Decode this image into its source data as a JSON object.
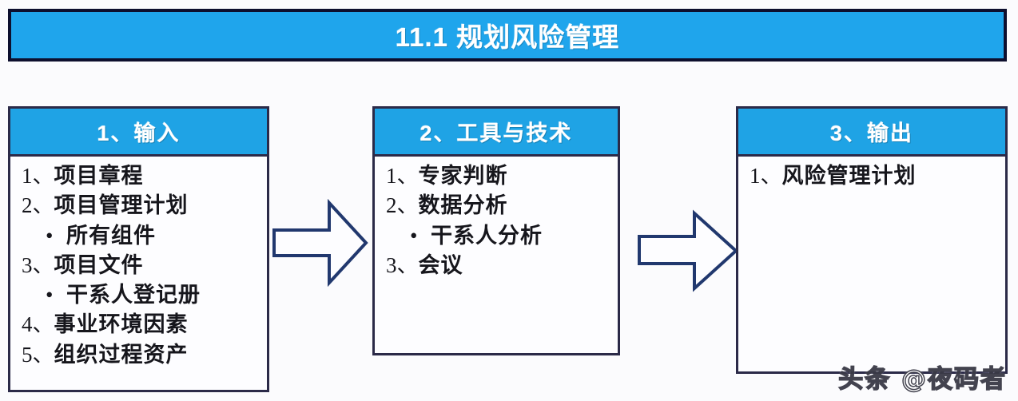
{
  "slide": {
    "title": "11.1 规划风险管理",
    "background_color": "#fbfbfd",
    "accent_color": "#1fa5ec",
    "border_color": "#0d0f2e"
  },
  "boxes": [
    {
      "id": "input",
      "header": "1、输入",
      "items": [
        {
          "marker": "1、",
          "text": "项目章程",
          "level": 0
        },
        {
          "marker": "2、",
          "text": "项目管理计划",
          "level": 0
        },
        {
          "marker": "•",
          "text": "所有组件",
          "level": 1
        },
        {
          "marker": "3、",
          "text": "项目文件",
          "level": 0
        },
        {
          "marker": "•",
          "text": "干系人登记册",
          "level": 1
        },
        {
          "marker": "4、",
          "text": "事业环境因素",
          "level": 0
        },
        {
          "marker": "5、",
          "text": "组织过程资产",
          "level": 0
        }
      ]
    },
    {
      "id": "tools",
      "header": "2、工具与技术",
      "items": [
        {
          "marker": "1、",
          "text": "专家判断",
          "level": 0
        },
        {
          "marker": "2、",
          "text": "数据分析",
          "level": 0
        },
        {
          "marker": "•",
          "text": "干系人分析",
          "level": 1
        },
        {
          "marker": "3、",
          "text": "会议",
          "level": 0
        }
      ]
    },
    {
      "id": "output",
      "header": "3、输出",
      "items": [
        {
          "marker": "1、",
          "text": "风险管理计划",
          "level": 0
        }
      ]
    }
  ],
  "arrows": [
    {
      "id": "arrow-input-to-tools",
      "icon": "right-arrow-icon"
    },
    {
      "id": "arrow-tools-to-output",
      "icon": "right-arrow-icon"
    }
  ],
  "watermark": {
    "text": "头条 @夜码者"
  }
}
